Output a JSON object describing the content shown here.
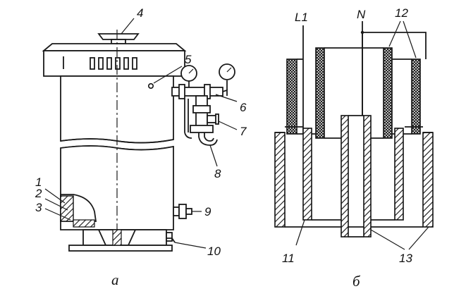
{
  "left_figure": {
    "caption": "а",
    "callouts": {
      "c1": "1",
      "c2": "2",
      "c3": "3",
      "c4": "4",
      "c5": "5",
      "c6": "6",
      "c7": "7",
      "c8": "8",
      "c9": "9",
      "c10": "10"
    }
  },
  "right_figure": {
    "caption": "б",
    "terminals": {
      "phase": "L1",
      "neutral": "N"
    },
    "callouts": {
      "c11": "11",
      "c12": "12",
      "c13": "13"
    }
  }
}
